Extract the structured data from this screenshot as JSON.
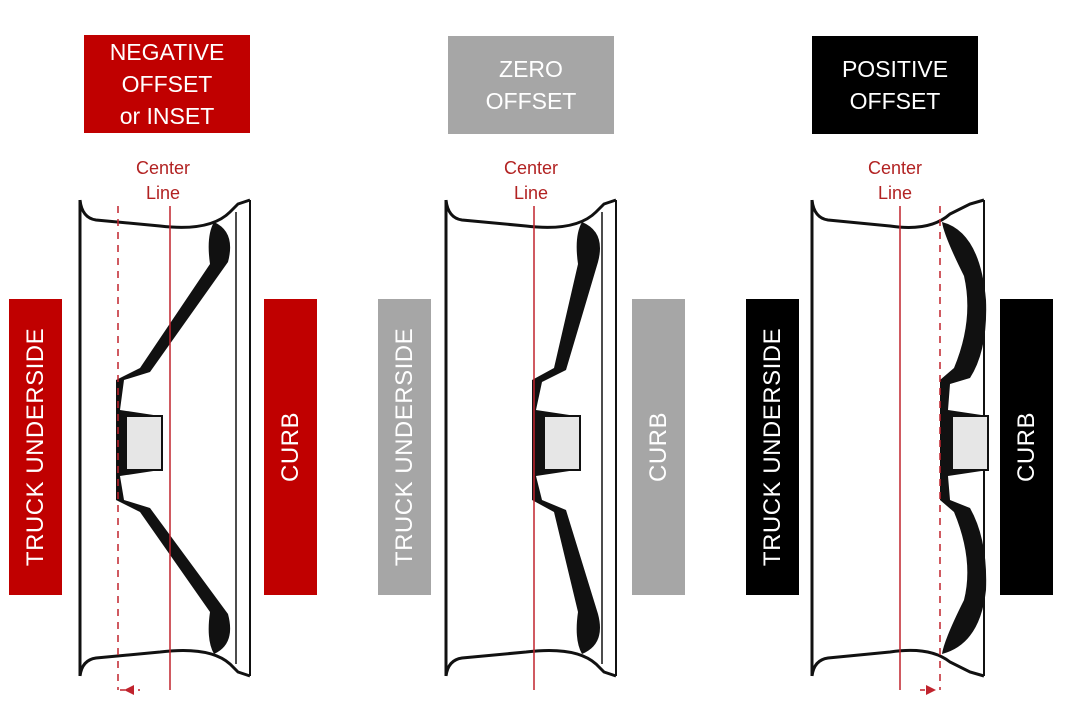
{
  "panels": [
    {
      "key": "negative",
      "title_lines": [
        "NEGATIVE",
        "OFFSET",
        "or INSET"
      ],
      "center_label_lines": [
        "Center",
        "Line"
      ],
      "left_label": "TRUCK UNDERSIDE",
      "right_label": "CURB",
      "color": "#c00000",
      "line_color": "#c0232d"
    },
    {
      "key": "zero",
      "title_lines": [
        "ZERO",
        "OFFSET"
      ],
      "center_label_lines": [
        "Center",
        "Line"
      ],
      "left_label": "TRUCK UNDERSIDE",
      "right_label": "CURB",
      "color": "#a6a6a6",
      "line_color": "#c0232d"
    },
    {
      "key": "positive",
      "title_lines": [
        "POSITIVE",
        "OFFSET"
      ],
      "center_label_lines": [
        "Center",
        "Line"
      ],
      "left_label": "TRUCK UNDERSIDE",
      "right_label": "CURB",
      "color": "#000000",
      "line_color": "#c0232d"
    }
  ],
  "icons": [
    "wheel-cross-section-icon"
  ]
}
